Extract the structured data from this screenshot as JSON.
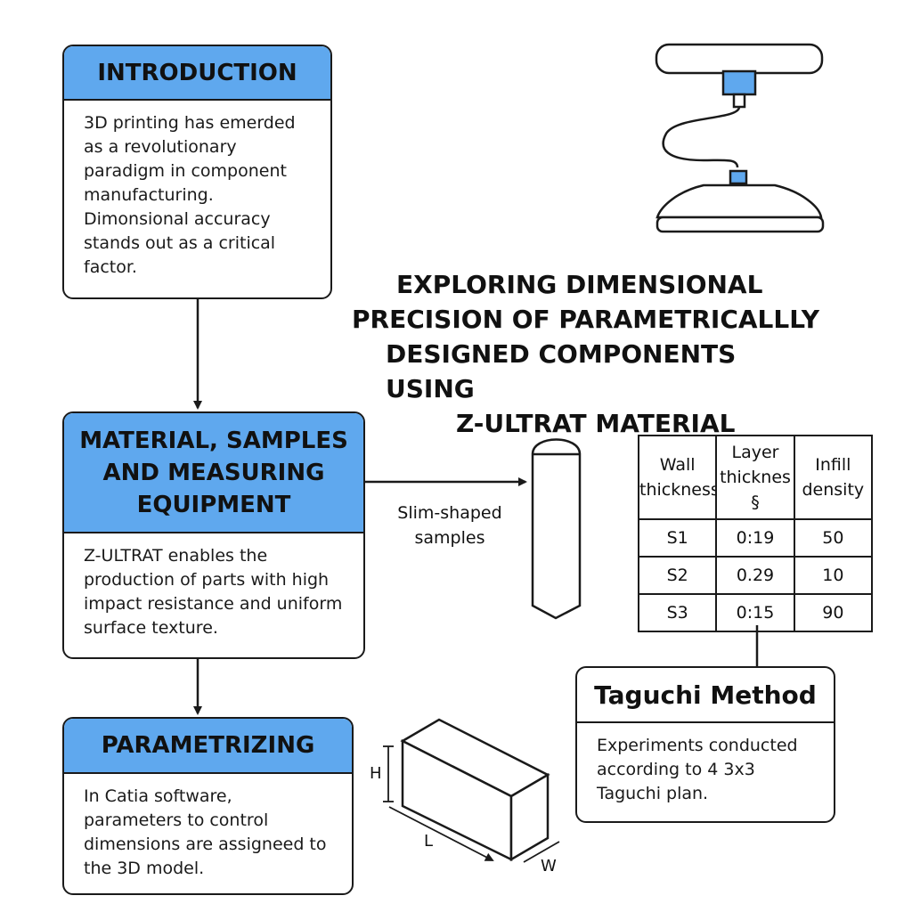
{
  "intro": {
    "title": "INTRODUCTION",
    "body": "3D printing has emerded as a revolutionary paradigm in component manufacturing. Dimonsional accuracy stands out as a critical factor."
  },
  "material": {
    "title": "MATERIAL, SAMPLES AND MEASURING EQUIPMENT",
    "body": "Z-ULTRAT enables the production of parts with high impact resistance and uniform surface texture."
  },
  "parametrizing": {
    "title": "PARAMETRIZING",
    "body": "In Catia software, parameters to control dimensions are assigneed to the 3D model."
  },
  "main_title": {
    "line1": "EXPLORING DIMENSIONAL",
    "line2": "PRECISION OF PARAMETRICALLLY",
    "line3": "DESIGNED COMPONENTS USING",
    "line4": "Z-ULTRAT MATERIAL"
  },
  "samples_label": "Slim-shaped samples",
  "table": {
    "headers": [
      "Wall thickness",
      "Layer thicknes §",
      "Infill density"
    ],
    "rows": [
      [
        "S1",
        "0:19",
        "50"
      ],
      [
        "S2",
        "0.29",
        "10"
      ],
      [
        "S3",
        "0:15",
        "90"
      ]
    ]
  },
  "taguchi": {
    "title": "Taguchi Method",
    "body": "Experiments conducted according to 4 3x3 Taguchi plan."
  },
  "dimensions": {
    "h": "H",
    "l": "L",
    "w": "W"
  },
  "colors": {
    "accent": "#5fa8ee",
    "stroke": "#1a1a1a"
  },
  "icons": [
    "printer-icon",
    "sample-cylinder-icon",
    "block-3d-icon"
  ]
}
